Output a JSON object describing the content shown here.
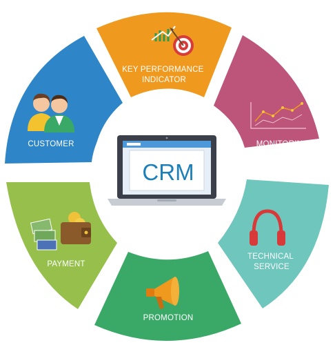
{
  "center": {
    "title": "CRM"
  },
  "segments": [
    {
      "id": "kpi",
      "lines": [
        "KEY PERFORMANCE",
        "INDICATOR"
      ],
      "color": "#ef9a1f",
      "icon": "target-icon"
    },
    {
      "id": "monitoring",
      "lines": [
        "MONITORING"
      ],
      "color": "#bd5479",
      "icon": "line-chart-icon"
    },
    {
      "id": "technical",
      "lines": [
        "TECHNICAL",
        "SERVICE"
      ],
      "color": "#6ec6bd",
      "icon": "headphones-icon"
    },
    {
      "id": "promotion",
      "lines": [
        "PROMOTION"
      ],
      "color": "#3aa968",
      "icon": "megaphone-icon"
    },
    {
      "id": "payment",
      "lines": [
        "PAYMENT"
      ],
      "color": "#96c04b",
      "icon": "wallet-icon"
    },
    {
      "id": "customer",
      "lines": [
        "CUSTOMER"
      ],
      "color": "#2e86c8",
      "icon": "people-icon"
    }
  ]
}
